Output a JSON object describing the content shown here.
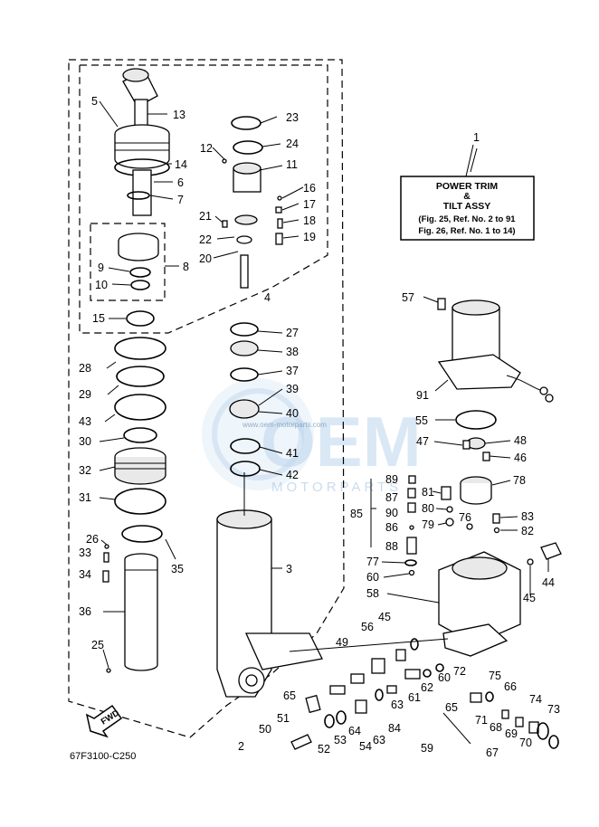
{
  "title_box": {
    "line1": "POWER TRIM",
    "line2": "&",
    "line3": "TILT ASSY",
    "ref1": "(Fig. 25, Ref. No. 2 to 91",
    "ref2": "Fig. 26, Ref. No. 1 to 14)"
  },
  "figure_code": "67F3100-C250",
  "fwd_label": "FWD",
  "watermark": {
    "text": "OEM",
    "sub": "MOTORPARTS",
    "url": "www.oem-motorparts.com"
  },
  "callouts": {
    "n1": "1",
    "n2": "2",
    "n3": "3",
    "n4": "4",
    "n5": "5",
    "n6": "6",
    "n7": "7",
    "n8": "8",
    "n9": "9",
    "n10": "10",
    "n11": "11",
    "n12": "12",
    "n13": "13",
    "n14": "14",
    "n15": "15",
    "n16": "16",
    "n17": "17",
    "n18": "18",
    "n19": "19",
    "n20": "20",
    "n21": "21",
    "n22": "22",
    "n23": "23",
    "n24": "24",
    "n25": "25",
    "n26": "26",
    "n27": "27",
    "n28": "28",
    "n29": "29",
    "n30": "30",
    "n31": "31",
    "n32": "32",
    "n33": "33",
    "n34": "34",
    "n35": "35",
    "n36": "36",
    "n37": "37",
    "n38": "38",
    "n39": "39",
    "n40": "40",
    "n41": "41",
    "n42": "42",
    "n43": "43",
    "n44": "44",
    "n45a": "45",
    "n45b": "45",
    "n46": "46",
    "n47": "47",
    "n48": "48",
    "n49": "49",
    "n50": "50",
    "n51": "51",
    "n52": "52",
    "n53": "53",
    "n54": "54",
    "n55": "55",
    "n56": "56",
    "n57": "57",
    "n58": "58",
    "n59": "59",
    "n60a": "60",
    "n60b": "60",
    "n61": "61",
    "n62": "62",
    "n63a": "63",
    "n63b": "63",
    "n64": "64",
    "n65a": "65",
    "n65b": "65",
    "n66": "66",
    "n67": "67",
    "n68": "68",
    "n69": "69",
    "n70": "70",
    "n71": "71",
    "n72": "72",
    "n73": "73",
    "n74": "74",
    "n75": "75",
    "n76": "76",
    "n77": "77",
    "n78": "78",
    "n79": "79",
    "n80": "80",
    "n81": "81",
    "n82": "82",
    "n83": "83",
    "n84": "84",
    "n85": "85",
    "n86": "86",
    "n87": "87",
    "n88": "88",
    "n89": "89",
    "n90": "90",
    "n91": "91"
  }
}
